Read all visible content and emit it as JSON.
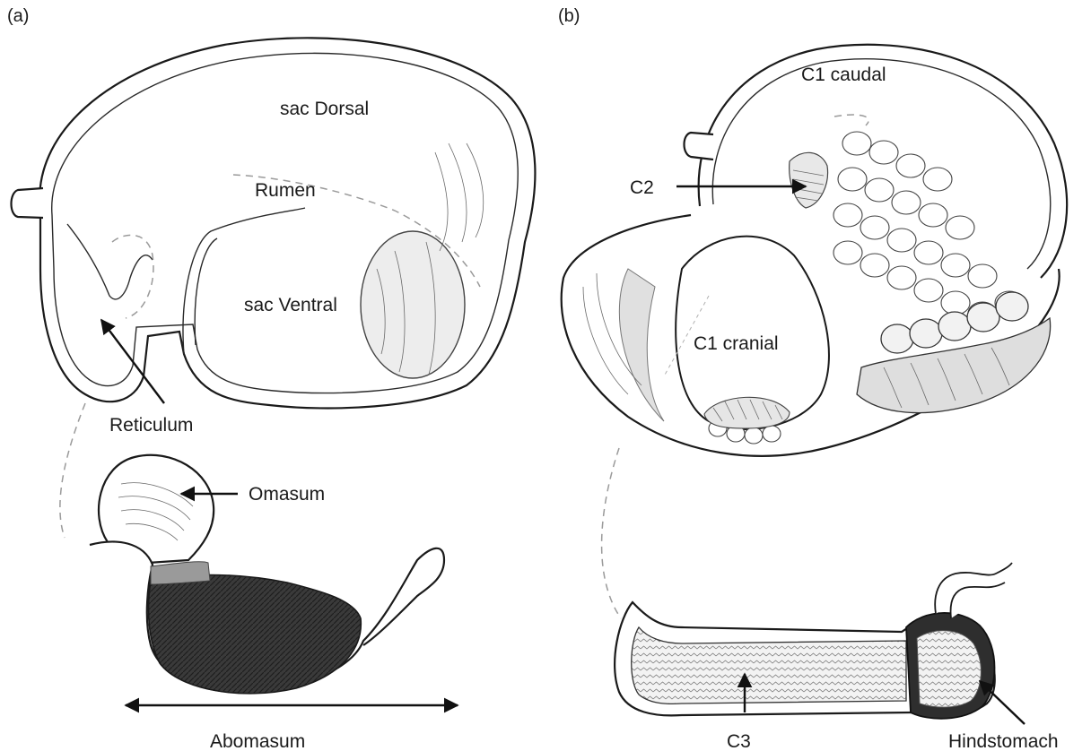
{
  "panels": {
    "a": {
      "label": "(a)",
      "labels": {
        "sac_dorsal": "sac Dorsal",
        "rumen": "Rumen",
        "sac_ventral": "sac Ventral",
        "reticulum": "Reticulum",
        "omasum": "Omasum",
        "abomasum": "Abomasum"
      }
    },
    "b": {
      "label": "(b)",
      "labels": {
        "c1_caudal": "C1 caudal",
        "c2": "C2",
        "c1_cranial": "C1 cranial",
        "c3": "C3",
        "hindstomach": "Hindstomach"
      }
    }
  },
  "colors": {
    "ink": "#1a1a1a",
    "abomasum_fill": "#3a3a3a",
    "hindstomach_fill": "#2e2e2e",
    "tissue_shade": "#e6e6e6"
  }
}
